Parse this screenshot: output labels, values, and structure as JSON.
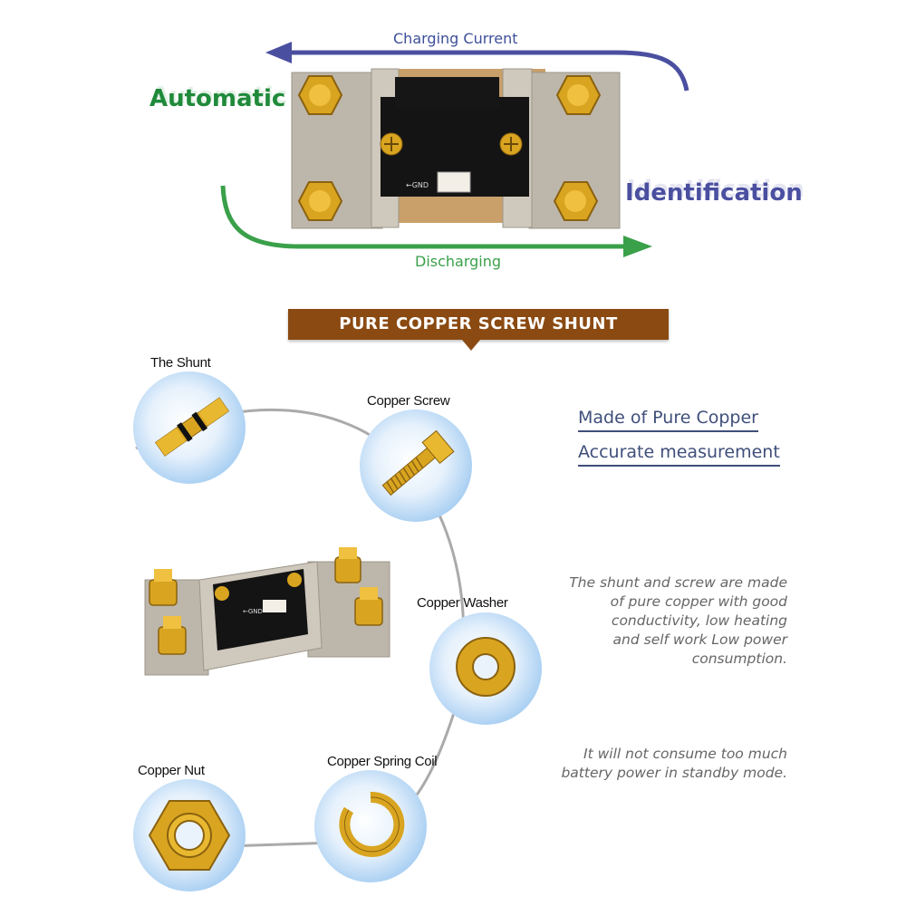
{
  "top": {
    "charging_label": "Charging Current",
    "discharging_label": "Discharging",
    "automatic_label": "Automatic",
    "identification_label": "Identification",
    "board_gnd_label": "←GND",
    "charging_arrow_color": "#4a4fa0",
    "discharging_arrow_color": "#3aa04a"
  },
  "banner": {
    "title": "PURE COPPER SCREW SHUNT",
    "color": "#8a4a12"
  },
  "parts": [
    {
      "label": "The Shunt"
    },
    {
      "label": "Copper Screw"
    },
    {
      "label": "Copper  Washer"
    },
    {
      "label": "Copper Nut"
    },
    {
      "label": "Copper Spring Coil"
    }
  ],
  "product_board_gnd_label": "←GND",
  "features": [
    {
      "text": "Made of Pure Copper"
    },
    {
      "text": "Accurate measurement"
    }
  ],
  "descriptions": {
    "paragraph1": [
      "The shunt and screw are made",
      "of pure copper with good",
      "conductivity, low heating",
      "and self work Low power",
      "consumption."
    ],
    "paragraph2": [
      "It will not consume too much",
      "battery power in standby mode."
    ]
  },
  "colors": {
    "copper": "#d9a520",
    "steel": "#bdb6ab",
    "board": "#141414",
    "feature_text": "#3f4f7a"
  }
}
